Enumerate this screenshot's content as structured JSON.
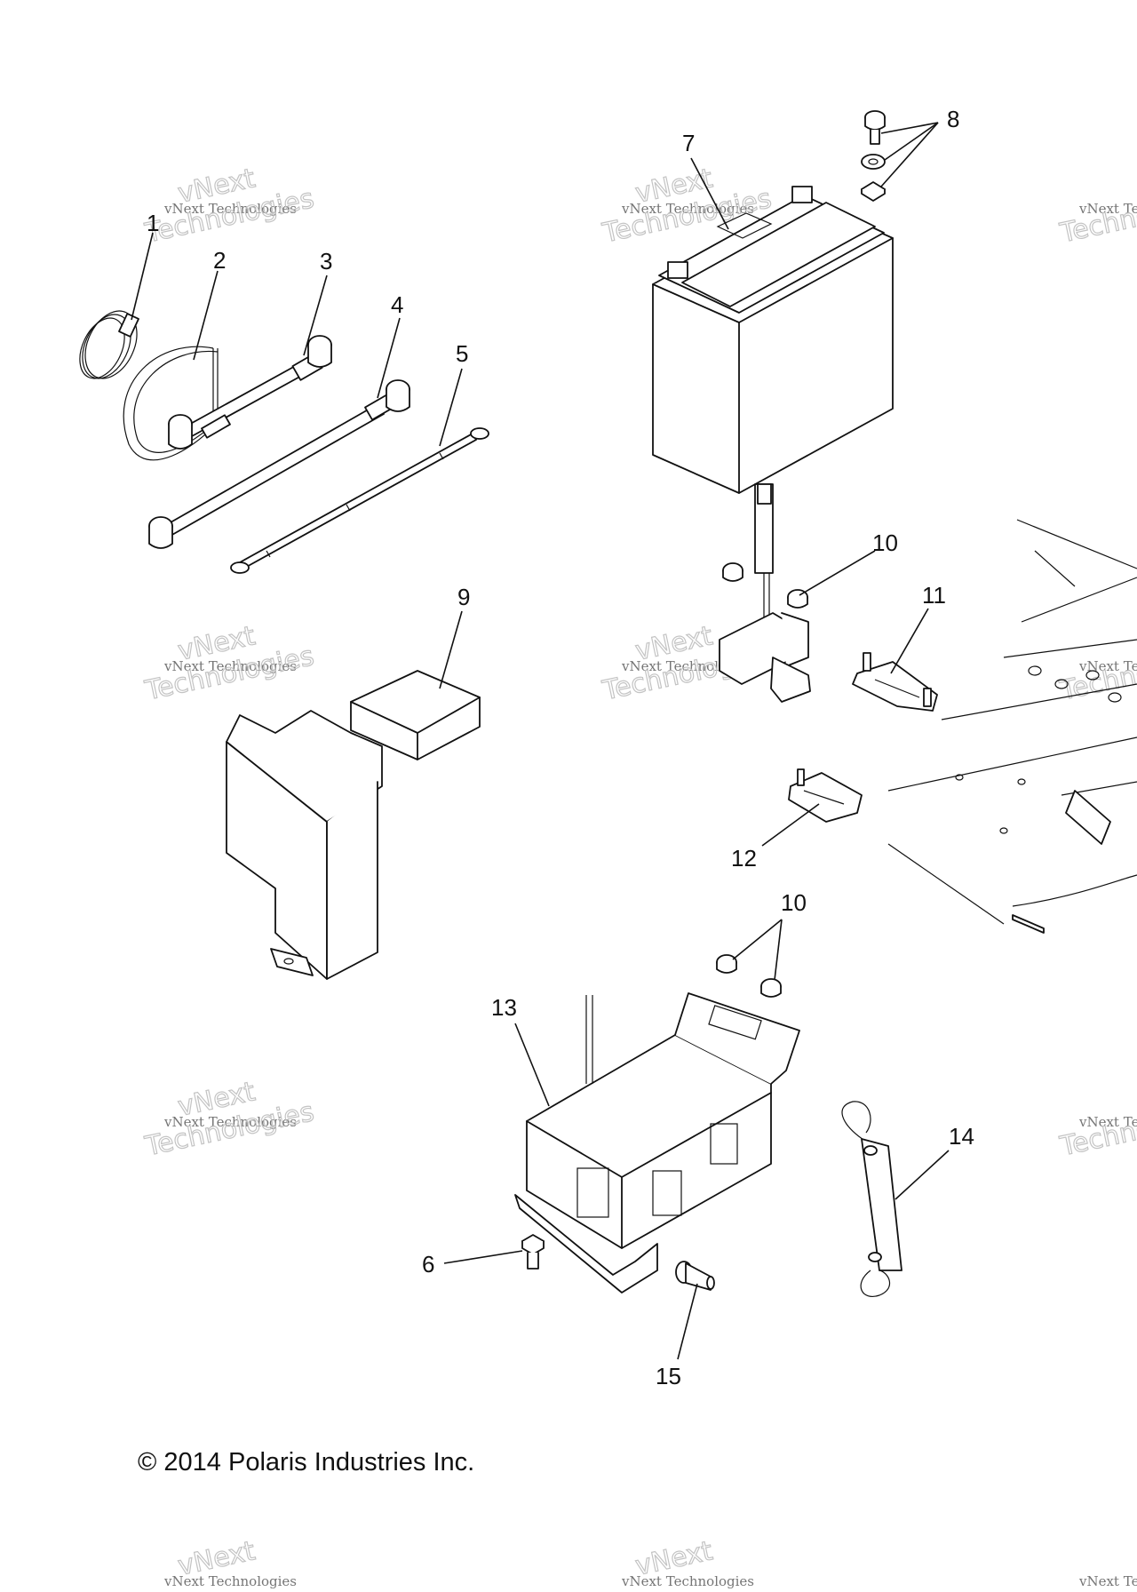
{
  "callouts": [
    "1",
    "2",
    "3",
    "4",
    "5",
    "6",
    "7",
    "8",
    "9",
    "10",
    "10",
    "11",
    "12",
    "13",
    "14",
    "15"
  ],
  "watermark": {
    "line1": "vNext Technologies",
    "big": "Technologies",
    "top": "vNext"
  },
  "copyright": "© 2014 Polaris Industries Inc."
}
